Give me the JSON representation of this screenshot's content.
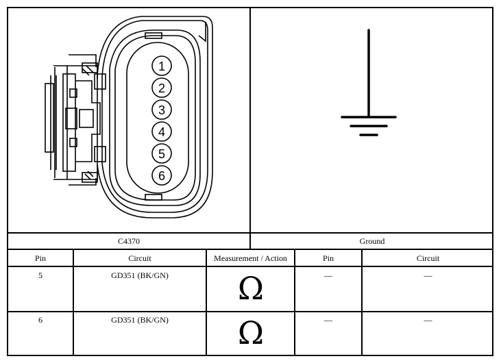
{
  "connector": {
    "name": "C4370",
    "pins": [
      "1",
      "2",
      "3",
      "4",
      "5",
      "6"
    ]
  },
  "ground": {
    "label": "Ground"
  },
  "table": {
    "headers": [
      "Pin",
      "Circuit",
      "Measurement / Action",
      "Pin",
      "Circuit"
    ],
    "rows": [
      {
        "pin": "5",
        "circuit": "GD351 (BK/GN)",
        "measurement": "Ω",
        "pin2": "—",
        "circuit2": "—"
      },
      {
        "pin": "6",
        "circuit": "GD351 (BK/GN)",
        "measurement": "Ω",
        "pin2": "—",
        "circuit2": "—"
      }
    ]
  }
}
